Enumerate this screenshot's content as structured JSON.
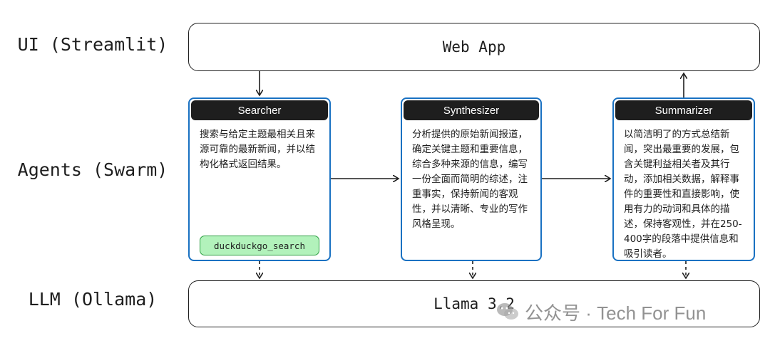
{
  "layers": {
    "ui_label": "UI (Streamlit)",
    "agents_label": "Agents (Swarm)",
    "llm_label": "LLM (Ollama)"
  },
  "web_app": {
    "label": "Web App"
  },
  "llm": {
    "label": "Llama 3.2"
  },
  "agents": [
    {
      "name": "Searcher",
      "description": "搜索与给定主题最相关且来源可靠的最新新闻，并以结构化格式返回结果。",
      "tool": "duckduckgo_search"
    },
    {
      "name": "Synthesizer",
      "description": "分析提供的原始新闻报道，确定关键主题和重要信息，综合多种来源的信息，编写一份全面而简明的综述，注重事实，保持新闻的客观性，并以清晰、专业的写作风格呈现。"
    },
    {
      "name": "Summarizer",
      "description": "以简洁明了的方式总结新闻，突出最重要的发展，包含关键利益相关者及其行动，添加相关数据，解释事件的重要性和直接影响，使用有力的动词和具体的描述，保持客观性，并在250-400字的段落中提供信息和吸引读者。"
    }
  ],
  "watermark": {
    "text": "公众号 · Tech For Fun"
  },
  "colors": {
    "agent_border": "#1971c2",
    "header_bg": "#1e1e1e",
    "tool_bg": "#b2f2bb",
    "tool_border": "#2f9e44"
  }
}
